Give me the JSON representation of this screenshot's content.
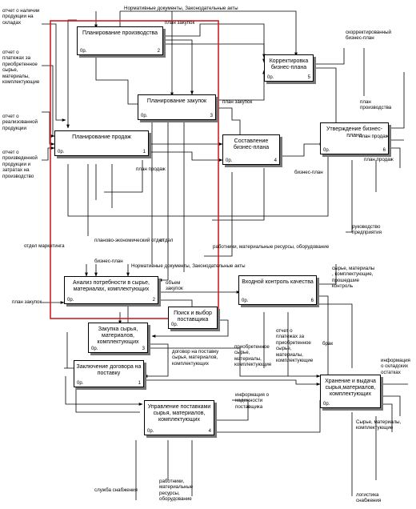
{
  "diagram": {
    "frame_color": "#d21f1f",
    "boxes": [
      {
        "id": "b1",
        "title": "Планирование производства",
        "cost": "0р.",
        "num": "2"
      },
      {
        "id": "b2",
        "title": "Планирование закупок",
        "cost": "0р.",
        "num": "3"
      },
      {
        "id": "b3",
        "title": "Планирование продаж",
        "cost": "0р.",
        "num": "1"
      },
      {
        "id": "b4",
        "title": "Корректировка бизнес-плана",
        "cost": "0р.",
        "num": "5"
      },
      {
        "id": "b5",
        "title": "Составление бизнес-плана",
        "cost": "0р.",
        "num": "4"
      },
      {
        "id": "b6",
        "title": "Утверждение бизнес-плана",
        "cost": "0р.",
        "num": "6"
      },
      {
        "id": "b7",
        "title": "Анализ потребности в сырье, материалах, комплектующих",
        "cost": "0р.",
        "num": "2"
      },
      {
        "id": "b8",
        "title": "Входной контроль качества",
        "cost": "0р.",
        "num": "6"
      },
      {
        "id": "b9",
        "title": "Поиск и выбор поставщика",
        "cost": "0р.",
        "num": ""
      },
      {
        "id": "b10",
        "title": "Закупка сырья, материалов, комплектующих",
        "cost": "0р.",
        "num": "3"
      },
      {
        "id": "b11",
        "title": "Заключение договора на поставку",
        "cost": "0р.",
        "num": "1"
      },
      {
        "id": "b12",
        "title": "Хранение и выдача сырья,материалов, комплектующих",
        "cost": "0р.",
        "num": ""
      },
      {
        "id": "b13",
        "title": "Управление поставками сырья, материалов, комплектующих",
        "cost": "0р.",
        "num": "4"
      }
    ],
    "labels": [
      {
        "id": "l1",
        "text": "отчет о наличии\nпродукции на\nскладах"
      },
      {
        "id": "l2",
        "text": "Нормативные документы, Законодательные акты"
      },
      {
        "id": "l3",
        "text": "план закупок"
      },
      {
        "id": "l4",
        "text": "отчет о\nплатежах за\nприобретенное\nсырье,\nматериалы,\nкомплектующие"
      },
      {
        "id": "l5",
        "text": "скорректированный\nбизнес-план"
      },
      {
        "id": "l6",
        "text": "отчет о\nреализованной\nпродукции"
      },
      {
        "id": "l7",
        "text": "план закупок"
      },
      {
        "id": "l8",
        "text": "план\nпроизводства"
      },
      {
        "id": "l9",
        "text": "план продаж"
      },
      {
        "id": "l10",
        "text": "отчет о\nпроизведенной\nпродукции и\nзатратах на\nпроизводство"
      },
      {
        "id": "l11",
        "text": "план продаж"
      },
      {
        "id": "l12",
        "text": "план продаж"
      },
      {
        "id": "l13",
        "text": "бизнес-план"
      },
      {
        "id": "l14",
        "text": "руководство\nпредприятия"
      },
      {
        "id": "l15",
        "text": "отдел маркетинга"
      },
      {
        "id": "l16",
        "text": "планово-экономический отдел"
      },
      {
        "id": "l17",
        "text": "работники, материальные ресурсы, оборудование"
      },
      {
        "id": "l18",
        "text": "бизнес-план"
      },
      {
        "id": "l19",
        "text": "Нормативные документы, Законодательные акты"
      },
      {
        "id": "l20",
        "text": "сырье, материалы\n, комплектующие,\nпрошедшие\nконтроль"
      },
      {
        "id": "l21",
        "text": "объем\nзакупок"
      },
      {
        "id": "l22",
        "text": "план закупок"
      },
      {
        "id": "l23",
        "text": "брак"
      },
      {
        "id": "l24",
        "text": "отчет о\nплатежах за\nприобретенное\nсырье,\nматериалы,\nкомплектующие"
      },
      {
        "id": "l25",
        "text": "приобретенное\nсырье,\nматериалы,\nкомплектующие"
      },
      {
        "id": "l26",
        "text": "договор на поставку\nсырья, материалов,\nкомплектующих"
      },
      {
        "id": "l27",
        "text": "информация\nо складских\nостатках"
      },
      {
        "id": "l28",
        "text": "информация о\nнадежности\nпоставщика"
      },
      {
        "id": "l29",
        "text": "Сырье, материалы,\nкомплектующие"
      },
      {
        "id": "l30",
        "text": "служба снабжения"
      },
      {
        "id": "l31",
        "text": "работники,\nматериальные\nресурсы,\nоборудование"
      },
      {
        "id": "l32",
        "text": "отдел"
      },
      {
        "id": "l33",
        "text": "логистика\nснабжения"
      }
    ]
  }
}
